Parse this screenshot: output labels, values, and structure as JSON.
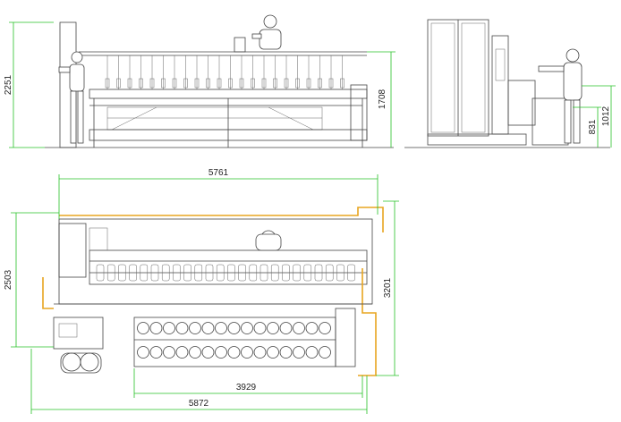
{
  "colors": {
    "dimension_line": "#27c227",
    "outline": "#444444",
    "guard_rail": "#e8a520",
    "background": "#ffffff"
  },
  "side_view": {
    "dims": {
      "height_overall": "2251",
      "height_frame": "1708"
    }
  },
  "end_view": {
    "dims": {
      "height_table": "831",
      "height_top": "1012"
    }
  },
  "plan_view": {
    "dims": {
      "length_top": "5761",
      "depth_left": "2503",
      "depth_right": "3201",
      "length_conveyor": "3929",
      "length_overall": "5872"
    }
  }
}
